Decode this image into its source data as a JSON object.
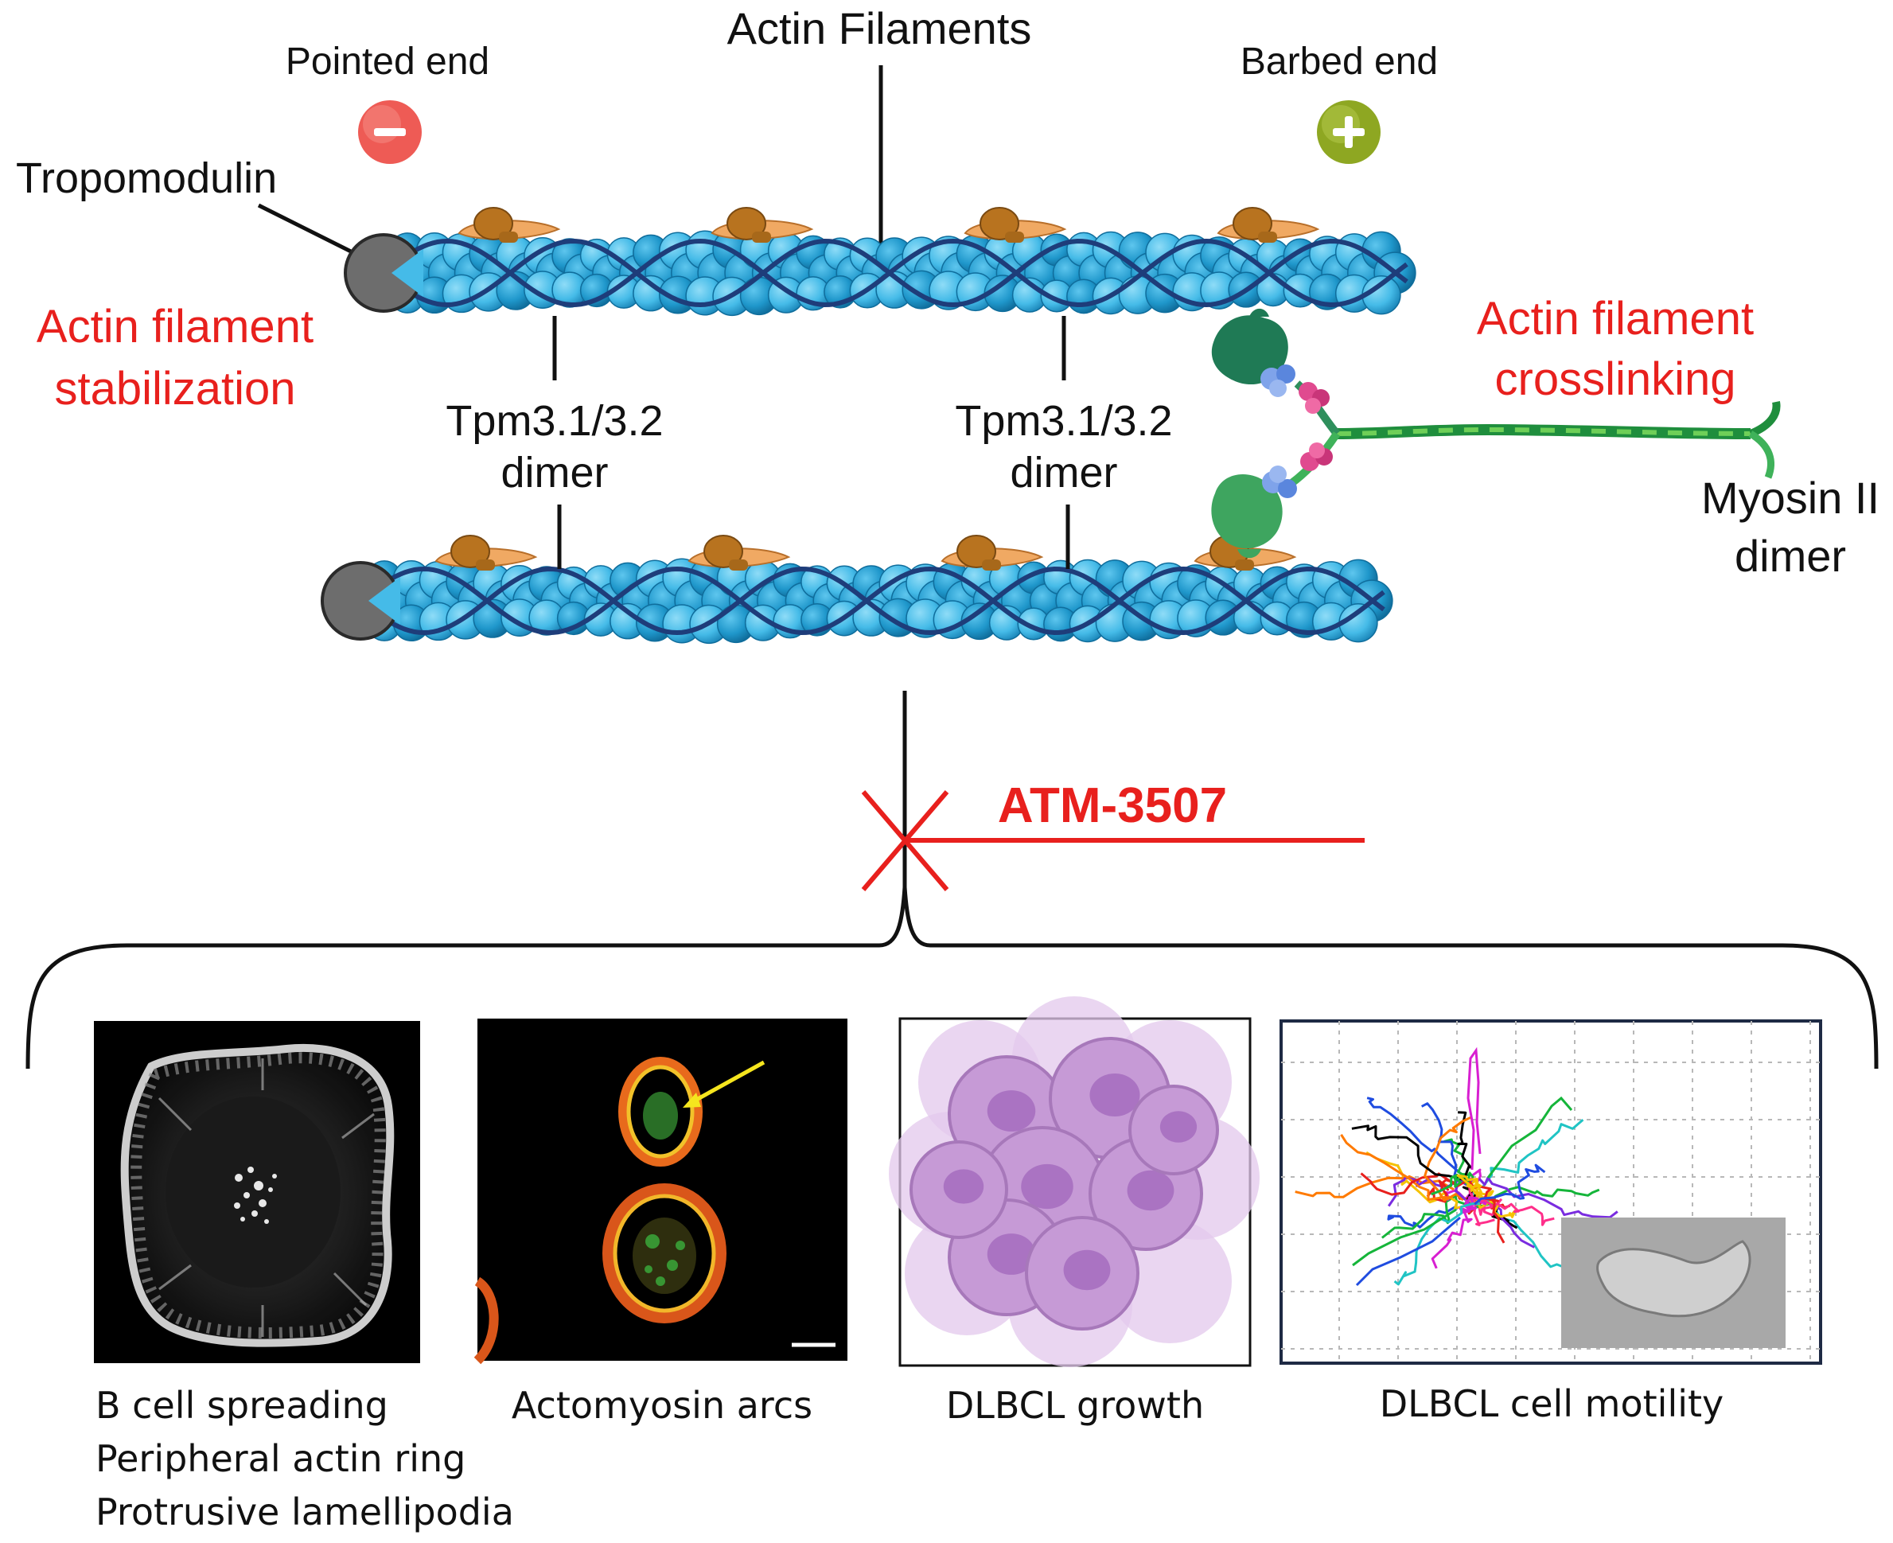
{
  "labels": {
    "actin_filaments": "Actin Filaments",
    "pointed_end": "Pointed end",
    "barbed_end": "Barbed end",
    "tropomodulin": "Tropomodulin",
    "stabilization_line1": "Actin filament",
    "stabilization_line2": "stabilization",
    "crosslinking_line1": "Actin filament",
    "crosslinking_line2": "crosslinking",
    "tpm_line1": "Tpm3.1/3.2",
    "tpm_line2": "dimer",
    "myosin_line1": "Myosin II",
    "myosin_line2": "dimer",
    "drug": "ATM-3507",
    "minus_sign": "−",
    "plus_sign": "+"
  },
  "panels": [
    {
      "id": "spreading",
      "captions": [
        "B cell spreading",
        "Peripheral actin ring",
        "Protrusive lamellipodia"
      ]
    },
    {
      "id": "arcs",
      "captions": [
        "Actomyosin arcs"
      ]
    },
    {
      "id": "growth",
      "captions": [
        "DLBCL growth"
      ]
    },
    {
      "id": "motility",
      "captions": [
        "DLBCL cell motility"
      ]
    }
  ],
  "colors": {
    "label_red": "#e8201d",
    "actin_light": "#4cc0ea",
    "actin_dark": "#1793c9",
    "strand": "#1e3d7a",
    "tropomodulin": "#6d6d6d",
    "minus_badge": "#ee5b55",
    "plus_badge": "#8ea722",
    "myosin_green": "#2d9a5a",
    "cell_purple": "#c69ad6"
  },
  "icons": [
    "minus-badge-icon",
    "plus-badge-icon",
    "x-mark-icon",
    "bracket-icon"
  ]
}
